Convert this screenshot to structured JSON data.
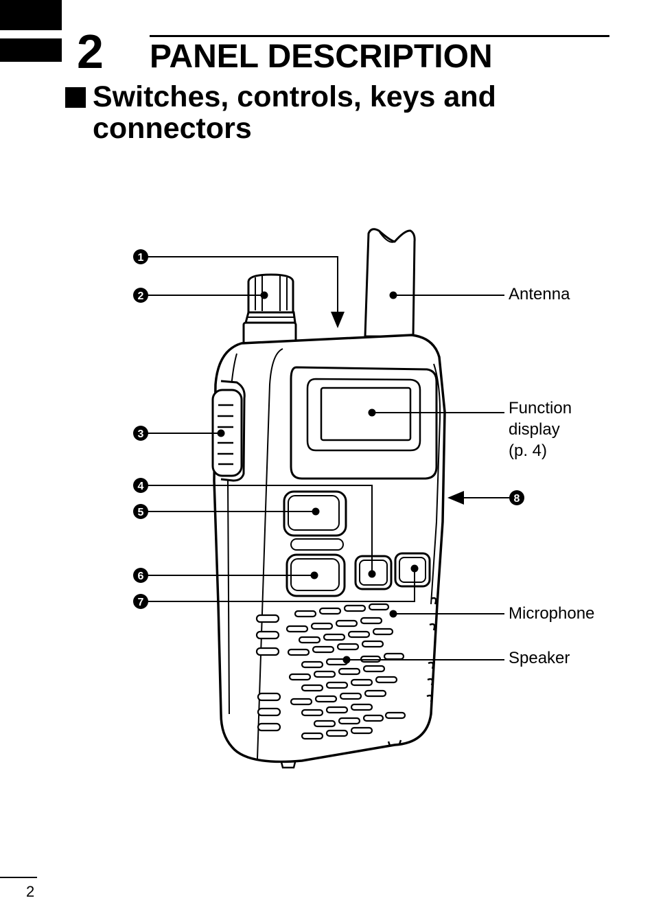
{
  "chapter": {
    "number": "2",
    "title": "PANEL DESCRIPTION"
  },
  "section": {
    "title": "Switches, controls, keys and connectors"
  },
  "callouts": {
    "antenna": "Antenna",
    "function_display": "Function\ndisplay\n(p. 4)",
    "microphone": "Microphone",
    "speaker": "Speaker"
  },
  "markers": [
    "1",
    "2",
    "3",
    "4",
    "5",
    "6",
    "7",
    "8"
  ],
  "page_number": "2"
}
